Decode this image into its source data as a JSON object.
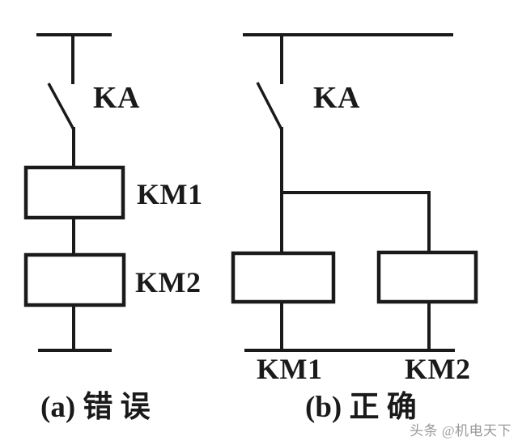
{
  "colors": {
    "line": "#1a1a1a",
    "text": "#1a1a1a",
    "watermark": "#9a9a9a",
    "background": "#ffffff"
  },
  "diagram": {
    "description": "Comparison of wrong and correct wiring of two contactor coils controlled by one relay contact",
    "circuit_a": {
      "relay_contact_label": "KA",
      "coil1_label": "KM1",
      "coil2_label": "KM2",
      "caption": "(a) 错 误",
      "topology": "KA contact in series with KM1 coil in series with KM2 coil (coils in series - wrong)"
    },
    "circuit_b": {
      "relay_contact_label": "KA",
      "coil1_label": "KM1",
      "coil2_label": "KM2",
      "caption": "(b) 正 确",
      "topology": "KA contact feeding KM1 coil and KM2 coil in parallel (correct)"
    }
  },
  "watermark": {
    "text": "头条 @机电天下"
  }
}
